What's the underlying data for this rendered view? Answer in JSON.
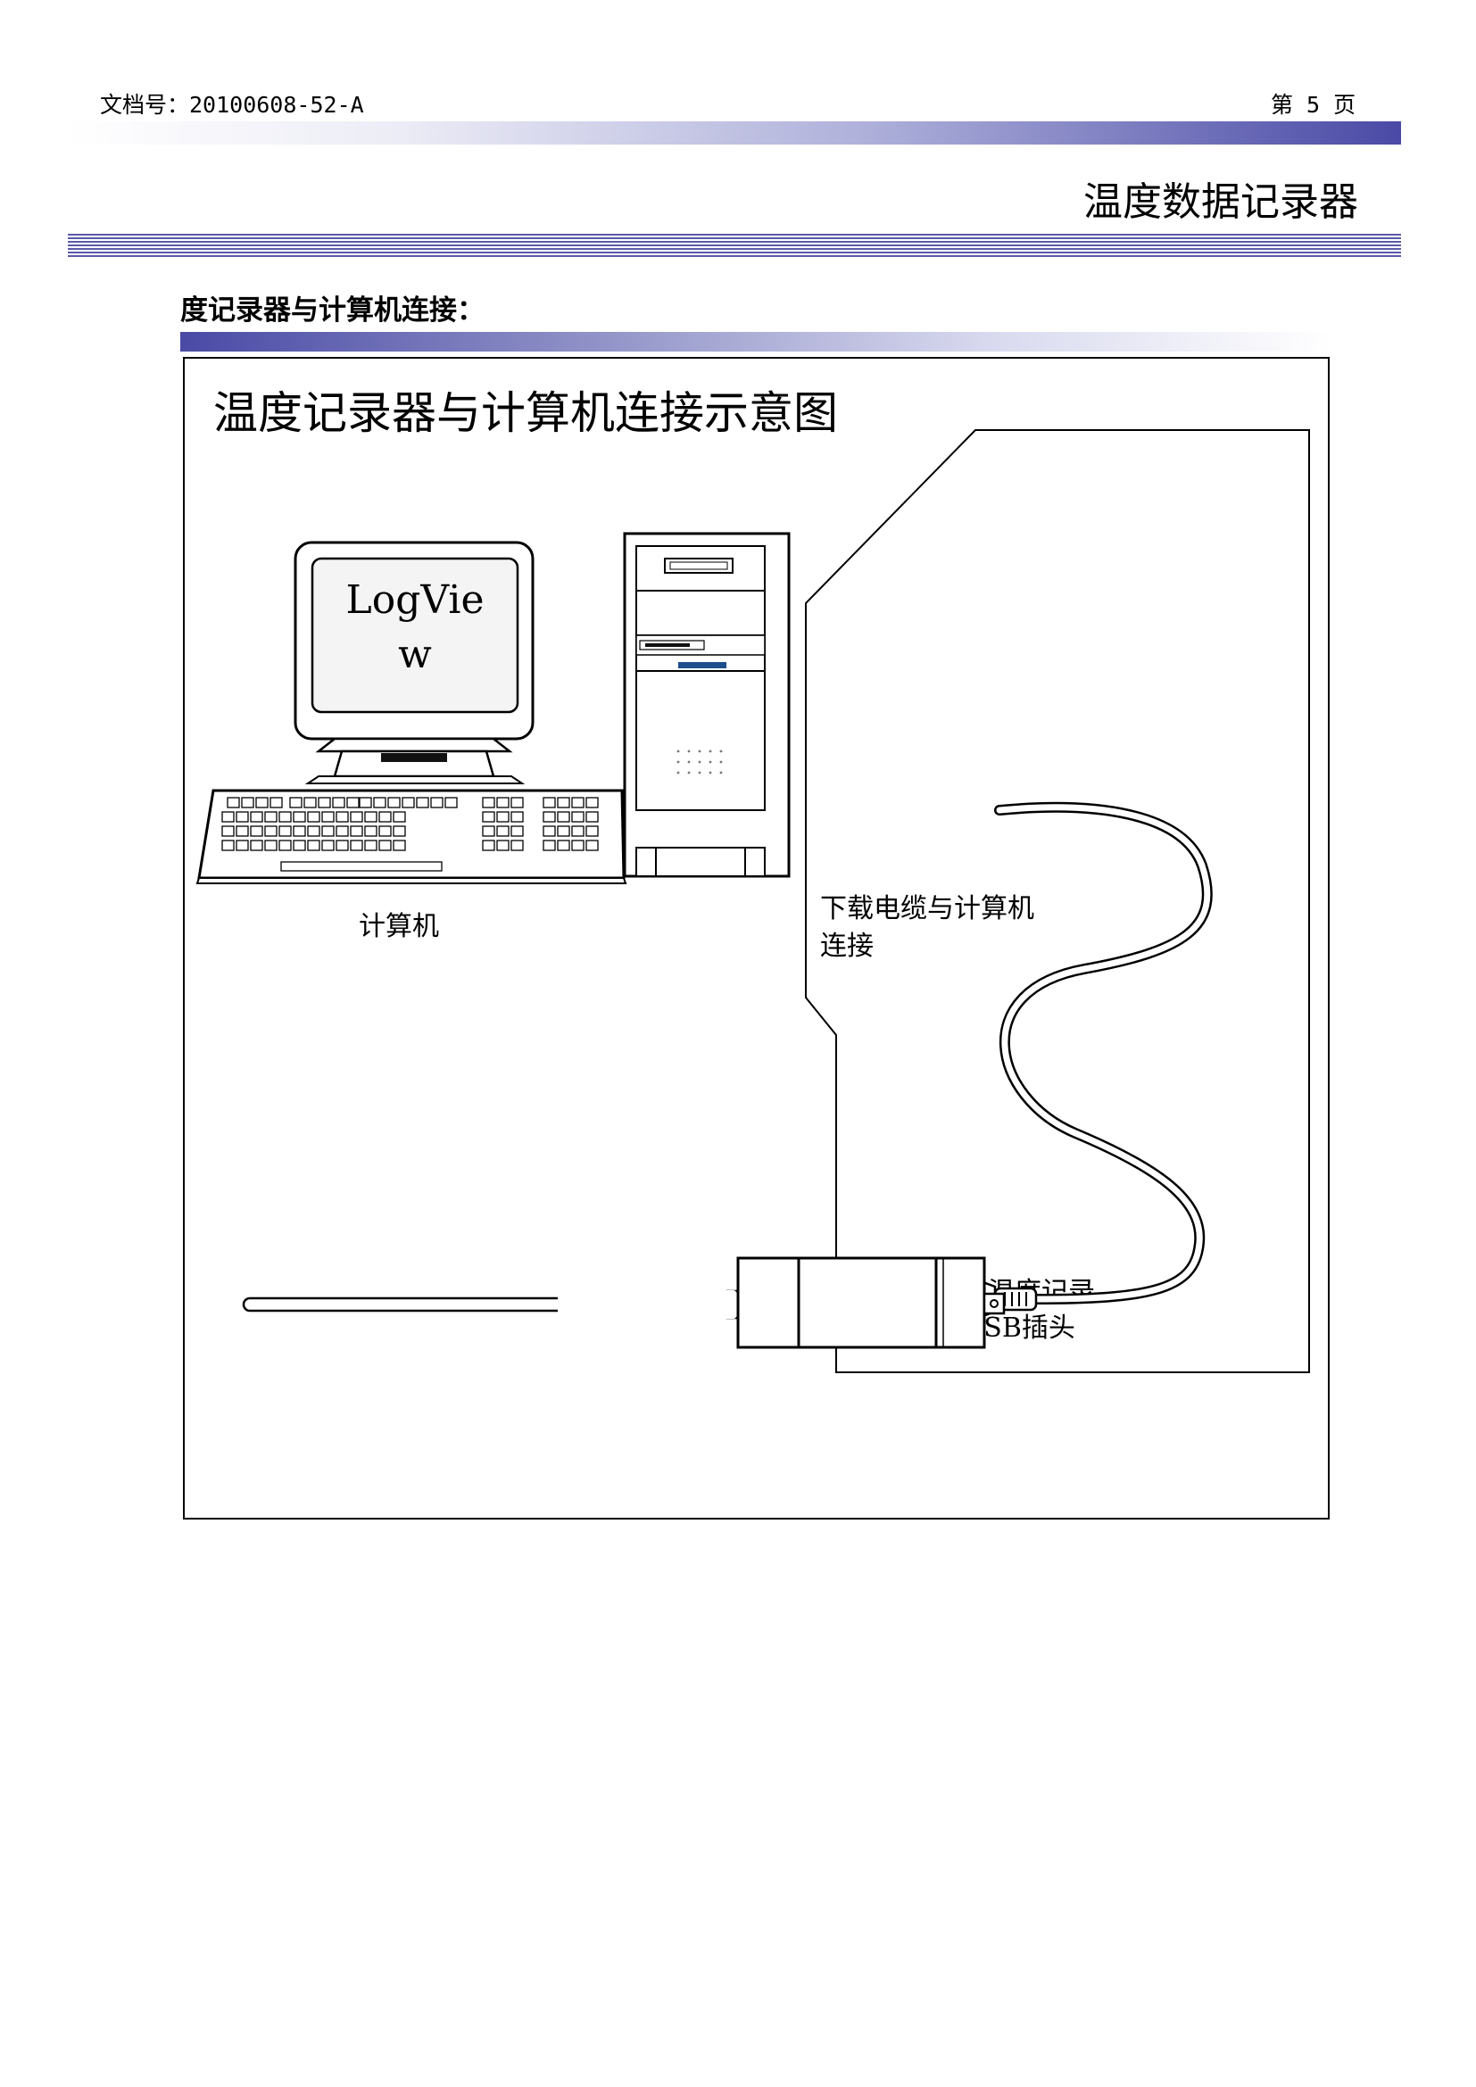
{
  "header": {
    "doc_number": "文档号：20100608-52-A",
    "page_number": "第 5 页",
    "doc_title": "温度数据记录器"
  },
  "section": {
    "heading": "度记录器与计算机连接："
  },
  "diagram": {
    "title": "温度记录器与计算机连接示意图",
    "screen_text_line1": "LogVie",
    "screen_text_line2": "w",
    "computer_label": "计算机",
    "cable_pc_label_line1": "下载电缆与计算机",
    "cable_pc_label_line2": "连接",
    "usb_label_line1": "下载电缆与温度记录",
    "usb_label_line2": "器连接的USB插头"
  },
  "colors": {
    "accent": "#4a4aa6",
    "screen_badge": "#1f4e8c"
  }
}
